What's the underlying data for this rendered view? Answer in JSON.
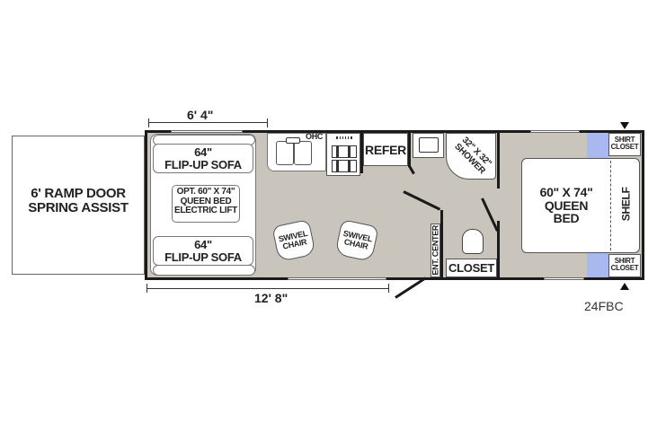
{
  "model": "24FBC",
  "dimensions": {
    "top": "6' 4\"",
    "bottom": "12' 8\""
  },
  "ramp_door": {
    "line1": "6' RAMP DOOR",
    "line2": "SPRING ASSIST"
  },
  "front_area": {
    "sofa_top": {
      "size": "64\"",
      "name": "FLIP-UP SOFA"
    },
    "sofa_bottom": {
      "size": "64\"",
      "name": "FLIP-UP SOFA"
    },
    "opt_bed": {
      "line1": "OPT. 60\" X 74\"",
      "line2": "QUEEN BED",
      "line3": "ELECTRIC LIFT"
    }
  },
  "kitchen": {
    "ohc": "OHC",
    "refer": "REFER"
  },
  "living": {
    "chair1": {
      "line1": "SWIVEL",
      "line2": "CHAIR"
    },
    "chair2": {
      "line1": "SWIVEL",
      "line2": "CHAIR"
    },
    "ent_center": "ENT. CENTER"
  },
  "bath": {
    "shower": {
      "line1": "32\" X 32\"",
      "line2": "SHOWER"
    },
    "closet": "CLOSET"
  },
  "bedroom": {
    "bed": {
      "line1": "60\" X 74\"",
      "line2": "QUEEN",
      "line3": "BED"
    },
    "shelf": "SHELF",
    "shirt_closet_top": {
      "line1": "SHIRT",
      "line2": "CLOSET"
    },
    "shirt_closet_bottom": {
      "line1": "SHIRT",
      "line2": "CLOSET"
    }
  },
  "colors": {
    "floor": "#c9c4bc",
    "wall": "#1a1a1a",
    "wardrobe_blue": "#a9b9f0"
  }
}
